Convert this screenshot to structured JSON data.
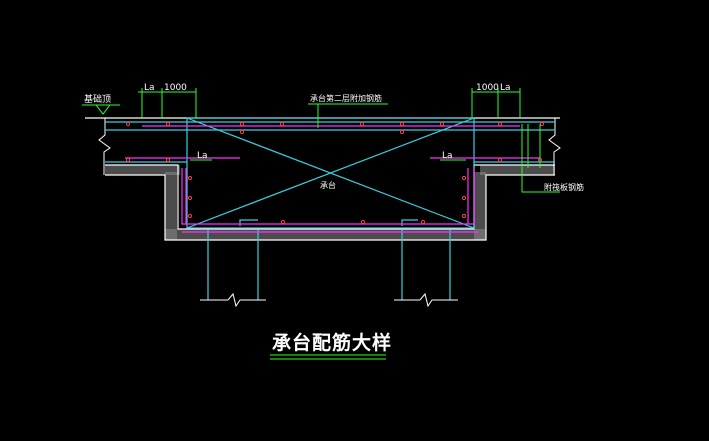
{
  "drawing": {
    "title": "承台配筋大样",
    "labels": {
      "base_level": "基础顶",
      "left_la": "La",
      "left_1000": "1000",
      "right_1000": "1000",
      "right_la": "La",
      "top_note": "承台第二层附加钢筋",
      "inner_left_la": "La",
      "inner_right_la": "La",
      "center": "承台",
      "right_note": "附筏板钢筋"
    }
  },
  "colors": {
    "background": "#000000",
    "slab_line": "#ffffff",
    "rebar_cyan": "#39d0e0",
    "rebar_magenta": "#ff2fff",
    "leader_green": "#2cff2c",
    "text_white": "#ffffff",
    "dot_red": "#ff3b3b",
    "concrete_fill": "#8a8a8a"
  }
}
